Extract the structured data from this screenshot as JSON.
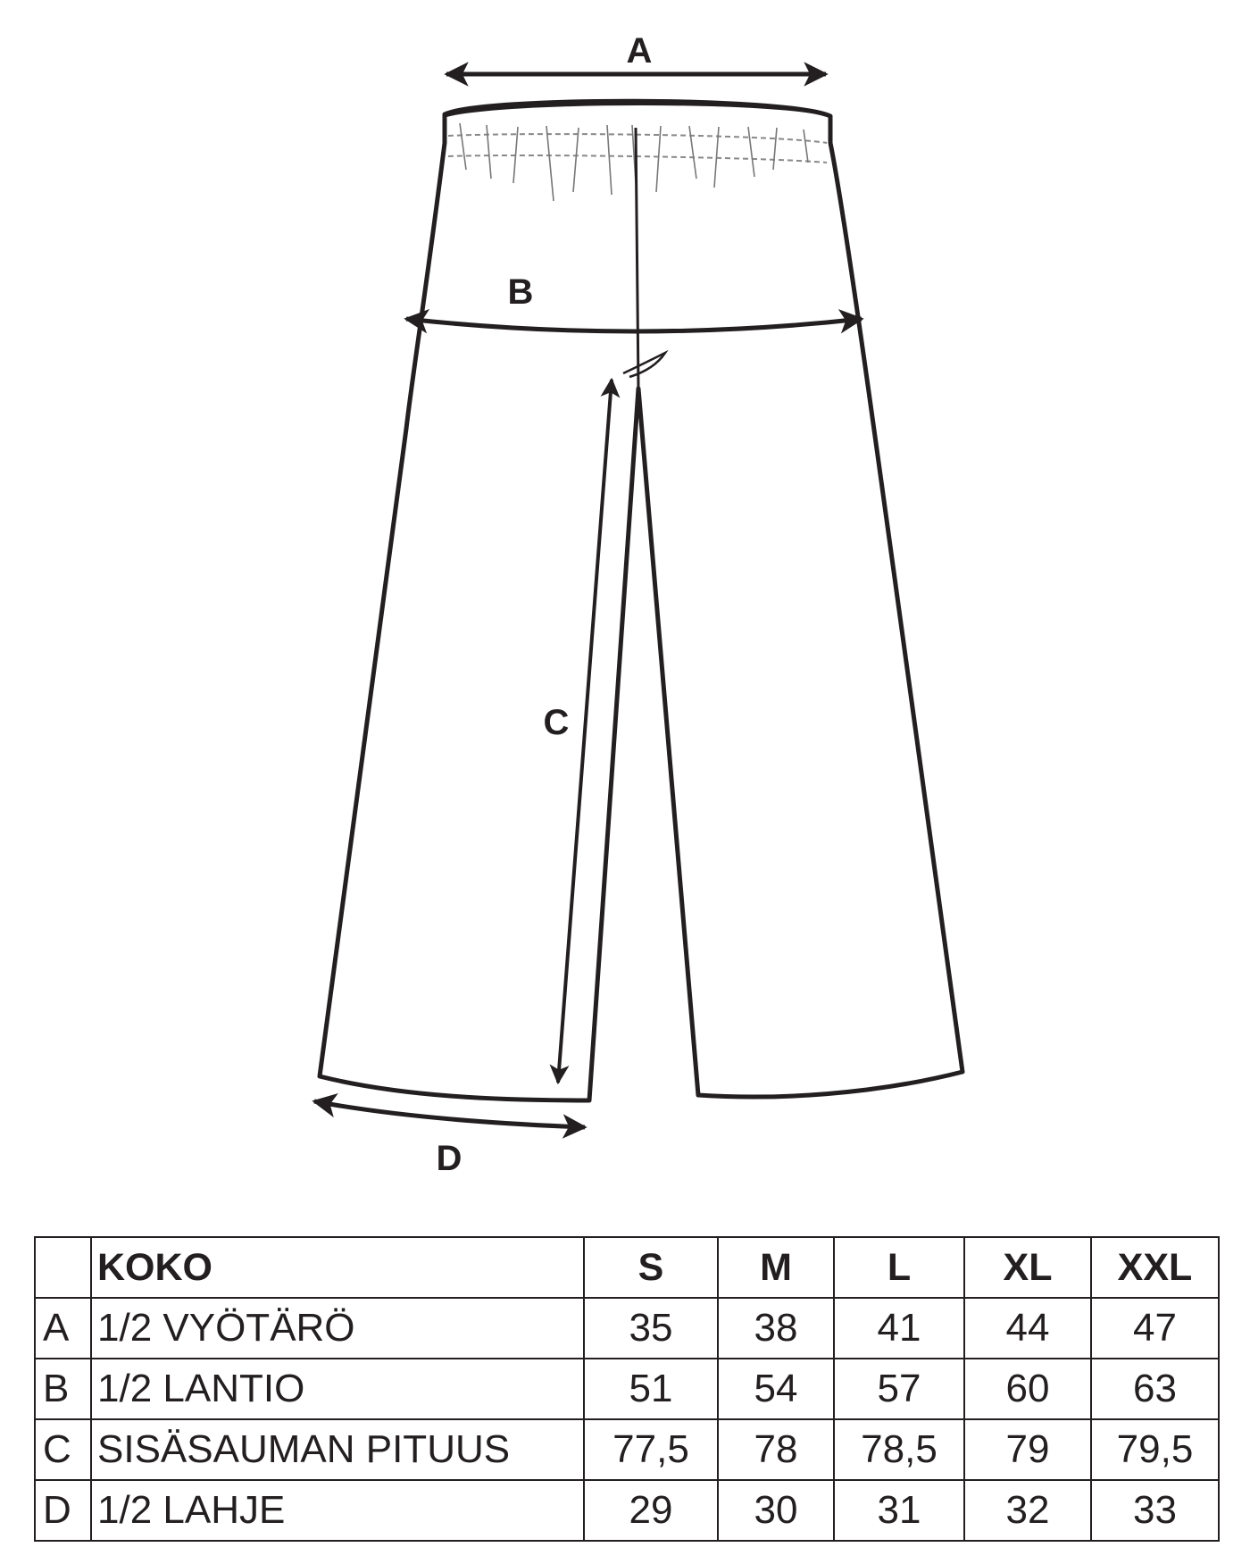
{
  "diagram": {
    "labels": {
      "a": "A",
      "b": "B",
      "c": "C",
      "d": "D"
    }
  },
  "table": {
    "header": {
      "label": "KOKO",
      "sizes": [
        "S",
        "M",
        "L",
        "XL",
        "XXL"
      ]
    },
    "rows": [
      {
        "code": "A",
        "label": "1/2 VYÖTÄRÖ",
        "values": [
          "35",
          "38",
          "41",
          "44",
          "47"
        ]
      },
      {
        "code": "B",
        "label": "1/2 LANTIO",
        "values": [
          "51",
          "54",
          "57",
          "60",
          "63"
        ]
      },
      {
        "code": "C",
        "label": "SISÄSAUMAN PITUUS",
        "values": [
          "77,5",
          "78",
          "78,5",
          "79",
          "79,5"
        ]
      },
      {
        "code": "D",
        "label": "1/2 LAHJE",
        "values": [
          "29",
          "30",
          "31",
          "32",
          "33"
        ]
      }
    ]
  }
}
